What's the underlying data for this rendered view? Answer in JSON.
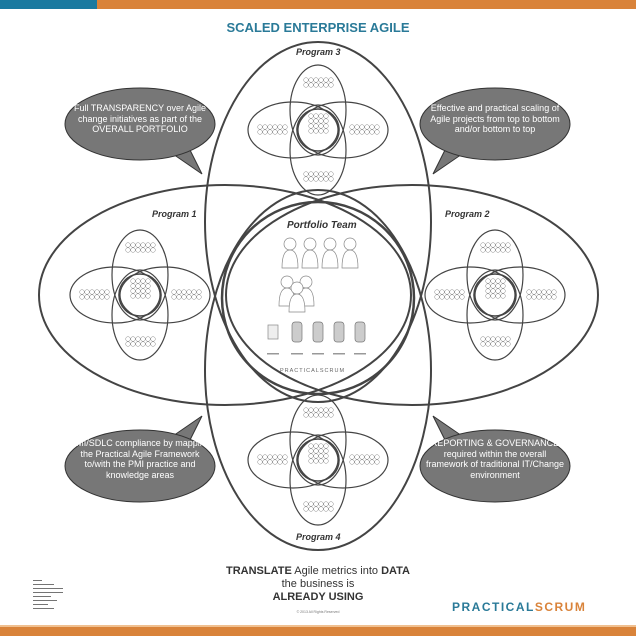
{
  "title": "SCALED ENTERPRISE AGILE",
  "colors": {
    "accent_blue": "#1a7aa0",
    "accent_orange": "#d9833a",
    "bubble_gray": "#777777"
  },
  "programs": {
    "p1": "Program 1",
    "p2": "Program 2",
    "p3": "Program 3",
    "p4": "Program 4"
  },
  "portfolio_team": "Portfolio Team",
  "bubbles": {
    "top_left": "Full TRANSPARENCY over Agile change initiatives as part of the OVERALL PORTFOLIO",
    "top_right": "Effective and practical scaling of Agile projects from top to bottom and/or bottom to top",
    "bottom_left": "PMI/SDLC compliance by mapping the Practical Agile Framework to/with the PMI practice and knowledge areas",
    "bottom_right": "REPORTING & GOVERNANCE required within the overall framework of traditional IT/Change environment"
  },
  "tagline": {
    "part1": "TRANSLATE",
    "part2": " Agile metrics into ",
    "part3": "DATA",
    "line2": "the business is",
    "line3": "ALREADY USING"
  },
  "logo": {
    "part1": "PRACTICAL",
    "part2": "SCRUM"
  },
  "center_logo": "PRACTICALSCRUM",
  "copyright": "© 2013 All Rights Reserved"
}
